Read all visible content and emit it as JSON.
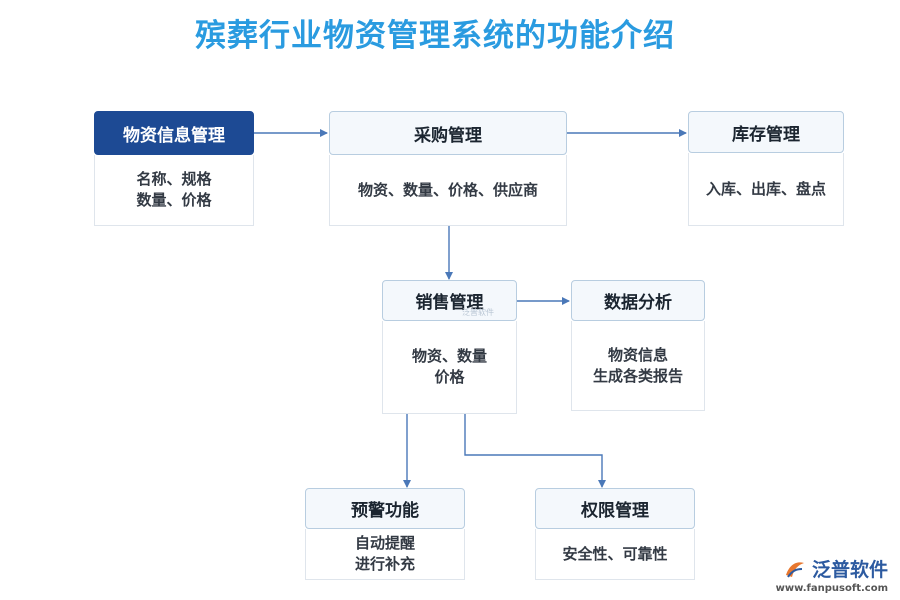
{
  "title": "殡葬行业物资管理系统的功能介绍",
  "nodes": {
    "info": {
      "title": "物资信息管理",
      "lines": [
        "名称、规格",
        "数量、价格"
      ]
    },
    "purchase": {
      "title": "采购管理",
      "lines": [
        "物资、数量、价格、供应商"
      ]
    },
    "stock": {
      "title": "库存管理",
      "lines": [
        "入库、出库、盘点"
      ]
    },
    "sales": {
      "title": "销售管理",
      "lines": [
        "物资、数量",
        "价格"
      ]
    },
    "analysis": {
      "title": "数据分析",
      "lines": [
        "物资信息",
        "生成各类报告"
      ]
    },
    "warning": {
      "title": "预警功能",
      "lines": [
        "自动提醒",
        "进行补充"
      ]
    },
    "permission": {
      "title": "权限管理",
      "lines": [
        "安全性、可靠性"
      ]
    }
  },
  "watermark": "泛普软件",
  "logo": {
    "name": "泛普软件",
    "url": "www.fanpusoft.com"
  },
  "colors": {
    "title": "#2a9be0",
    "highlight": "#1d4a94",
    "arrow": "#4a78b8"
  }
}
